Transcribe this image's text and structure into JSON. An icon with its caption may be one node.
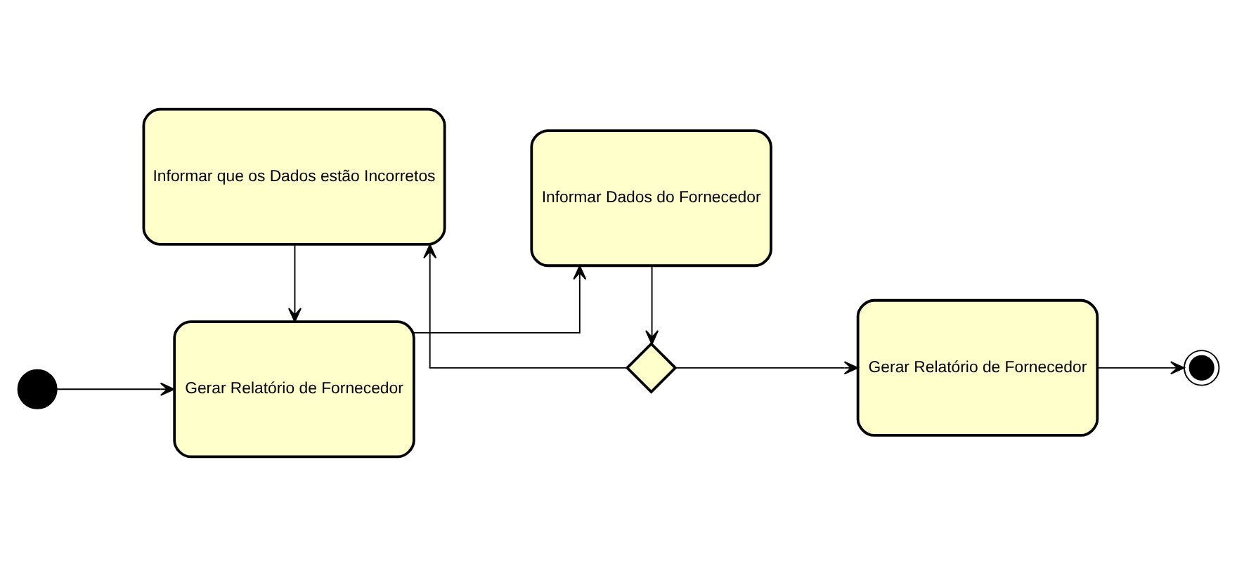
{
  "diagram": {
    "nodes": [
      {
        "text": [],
        "shape": "circle"
      },
      {
        "text": [
          "Gerar Relatório de Fornecedor"
        ]
      },
      {
        "text": [
          "Informar Dados do Fornecedor"
        ]
      },
      {
        "text": [
          "Informar que os Dados estão Incorretos"
        ]
      },
      {
        "text": [],
        "shape": "diamond"
      },
      {
        "text": [
          "Gerar Relatório de Fornecedor"
        ]
      },
      {
        "text": [],
        "shape": "circle"
      }
    ],
    "edges": [
      {
        "from": 0,
        "to": 1,
        "arrow": "to"
      },
      {
        "from": 1,
        "to": 2,
        "arrow": "to"
      },
      {
        "from": 2,
        "to": 4,
        "arrow": "to"
      },
      {
        "from": 4,
        "to": 3,
        "arrow": "to"
      },
      {
        "from": 4,
        "to": 5,
        "arrow": "to"
      },
      {
        "from": 5,
        "to": 6,
        "arrow": "to"
      },
      {
        "from": 3,
        "to": 1,
        "arrow": "to"
      }
    ]
  }
}
